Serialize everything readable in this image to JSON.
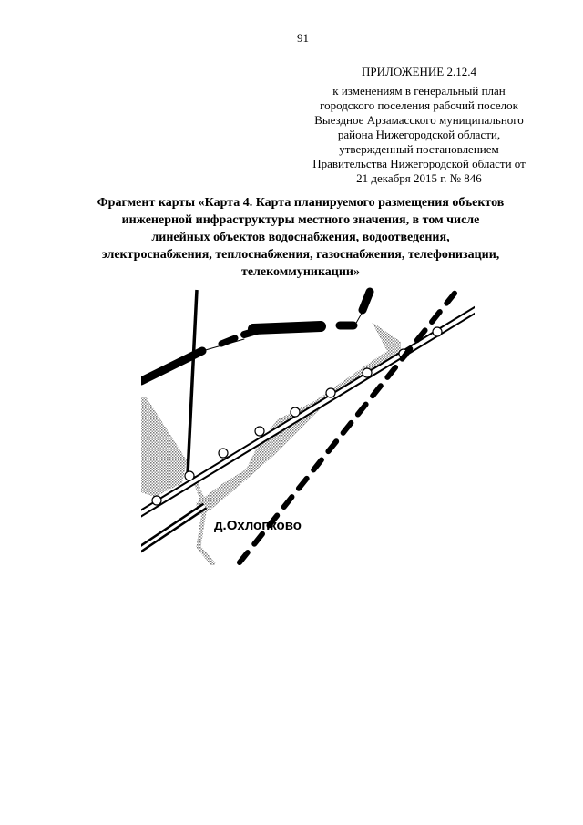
{
  "page_number": "91",
  "appendix": {
    "label": "ПРИЛОЖЕНИЕ 2.12.4",
    "lines": [
      "к изменениям в генеральный план",
      "городского поселения рабочий поселок",
      "Выездное Арзамасского муниципального",
      "района Нижегородской области,",
      "утвержденный постановлением",
      "Правительства Нижегородской области от",
      "21 декабря 2015 г. № 846"
    ]
  },
  "title_lines": [
    "Фрагмент карты «Карта 4. Карта планируемого размещения объектов",
    "инженерной инфраструктуры местного значения, в том числе",
    "линейных объектов водоснабжения, водоотведения,",
    "электроснабжения, теплоснабжения, газоснабжения, телефонизации,",
    "телекоммуникации»"
  ],
  "map": {
    "settlement_label": "д.Охлопково"
  }
}
